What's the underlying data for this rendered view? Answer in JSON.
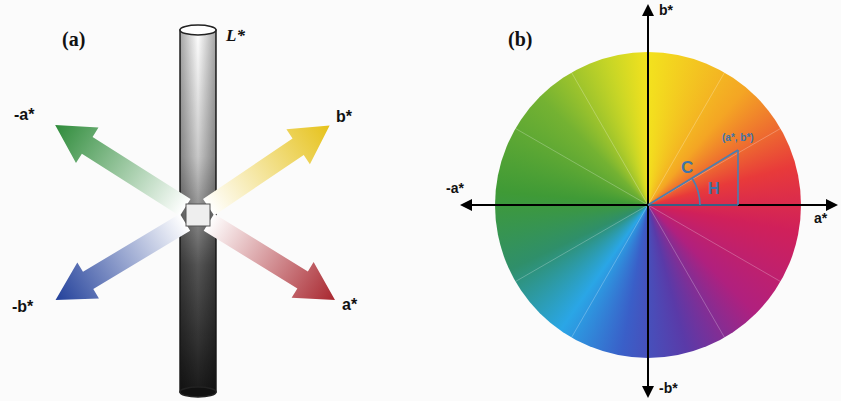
{
  "diagram": {
    "labels": [
      "(a)",
      "L*",
      "-a*",
      "b*",
      "-b*",
      "a*",
      "(b)",
      "b*",
      "-a*",
      "a*",
      "-b*",
      "C",
      "H",
      "(a*, b*)"
    ]
  }
}
